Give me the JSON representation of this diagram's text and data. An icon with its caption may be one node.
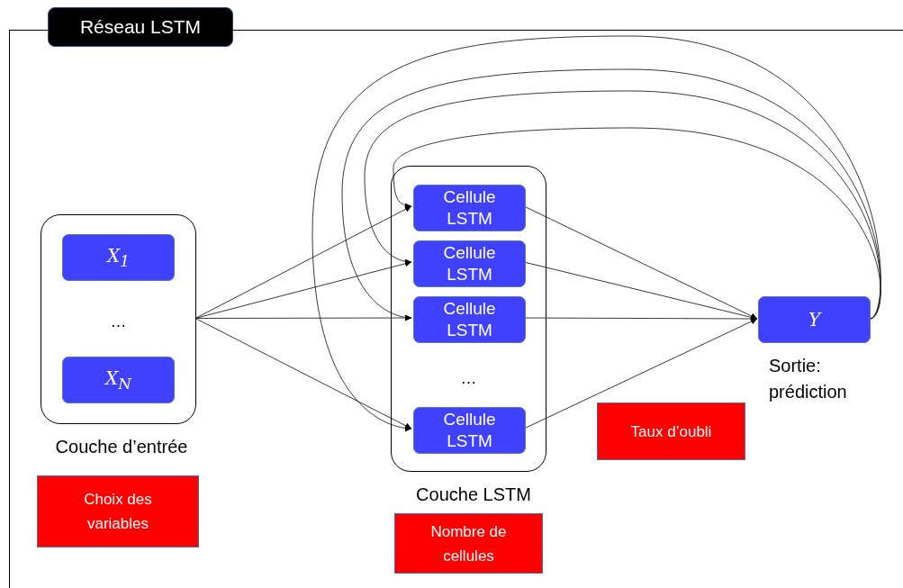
{
  "diagram": {
    "nodes": [
      {
        "text": [
          "Réseau LSTM"
        ]
      },
      {
        "text": [
          "…"
        ],
        "beside": [
          "Couche d’entrée"
        ],
        "in": 0
      },
      {
        "text": [
          "X$_{1}$"
        ],
        "in": 1
      },
      {
        "text": [
          "X$_{N}$"
        ],
        "in": 1
      },
      {
        "text": [
          "…"
        ],
        "beside": [
          "Couche LSTM"
        ],
        "in": 0
      },
      {
        "text": [
          "Cellule LSTM"
        ],
        "in": 4
      },
      {
        "text": [
          "Cellule LSTM"
        ],
        "in": 4
      },
      {
        "text": [
          "Cellule LSTM"
        ],
        "in": 4
      },
      {
        "text": [
          "Cellule LSTM"
        ],
        "in": 4
      },
      {
        "text": [
          "Y"
        ],
        "beside": [
          "Sortie: prédiction"
        ],
        "in": 0
      },
      {
        "text": [
          "Choix des variables"
        ],
        "in": 0
      },
      {
        "text": [
          "Nombre de cellules"
        ],
        "in": 0
      },
      {
        "text": [
          "Taux d’oubli"
        ],
        "in": 0
      }
    ],
    "edges": [
      {
        "from": 1,
        "to": 5,
        "arrow": "to"
      },
      {
        "from": 1,
        "to": 6,
        "arrow": "to"
      },
      {
        "from": 1,
        "to": 7,
        "arrow": "to"
      },
      {
        "from": 1,
        "to": 8,
        "arrow": "to"
      },
      {
        "from": 5,
        "to": 9,
        "arrow": "to"
      },
      {
        "from": 6,
        "to": 9,
        "arrow": "to"
      },
      {
        "from": 7,
        "to": 9,
        "arrow": "to"
      },
      {
        "from": 8,
        "to": 9,
        "arrow": "to"
      },
      {
        "from": 9,
        "to": 5,
        "arrow": "to"
      },
      {
        "from": 9,
        "to": 6,
        "arrow": "to"
      },
      {
        "from": 9,
        "to": 7,
        "arrow": "to"
      },
      {
        "from": 9,
        "to": 8,
        "arrow": "to"
      }
    ]
  }
}
